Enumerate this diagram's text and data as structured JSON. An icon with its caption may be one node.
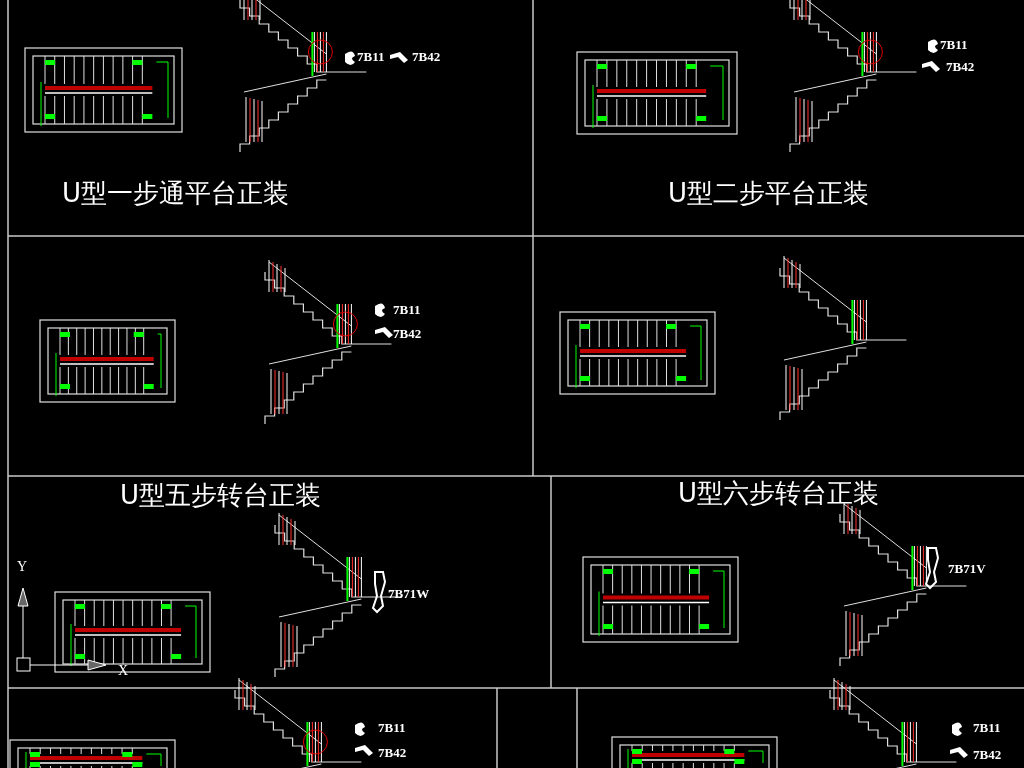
{
  "diagram": {
    "labels": [
      "U型一步通平台正装",
      "7B11",
      "7B42",
      "7B11",
      "7B42",
      "U型二步平台正装",
      "7B11",
      "7B42",
      "U型五步转台正装",
      "U型六步转台正装",
      "Y",
      "7B71W",
      "7B71V",
      "X",
      "7B11",
      "7B42",
      "7B11",
      "7B42"
    ]
  }
}
